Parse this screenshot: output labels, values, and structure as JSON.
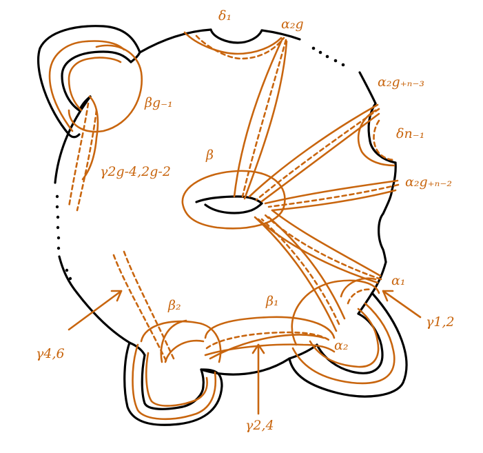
{
  "colors": {
    "surface": "#000000",
    "curves": "#c8650e"
  },
  "labels": {
    "delta_1": "δ₁",
    "alpha_2g": "α₂g",
    "alpha_2g_n_3": "α₂g₊ₙ₋₃",
    "delta_n_1": "δn₋₁",
    "alpha_2g_n_2": "α₂g₊ₙ₋₂",
    "beta": "β",
    "beta_g_1": "βg₋₁",
    "gamma_2g_4_2g_2": "γ2g-4,2g-2",
    "alpha_1": "α₁",
    "gamma_1_2": "γ1,2",
    "beta_1": "β₁",
    "beta_2": "β₂",
    "alpha_2": "α₂",
    "gamma_4_6": "γ4,6",
    "gamma_2_4": "γ2,4"
  }
}
